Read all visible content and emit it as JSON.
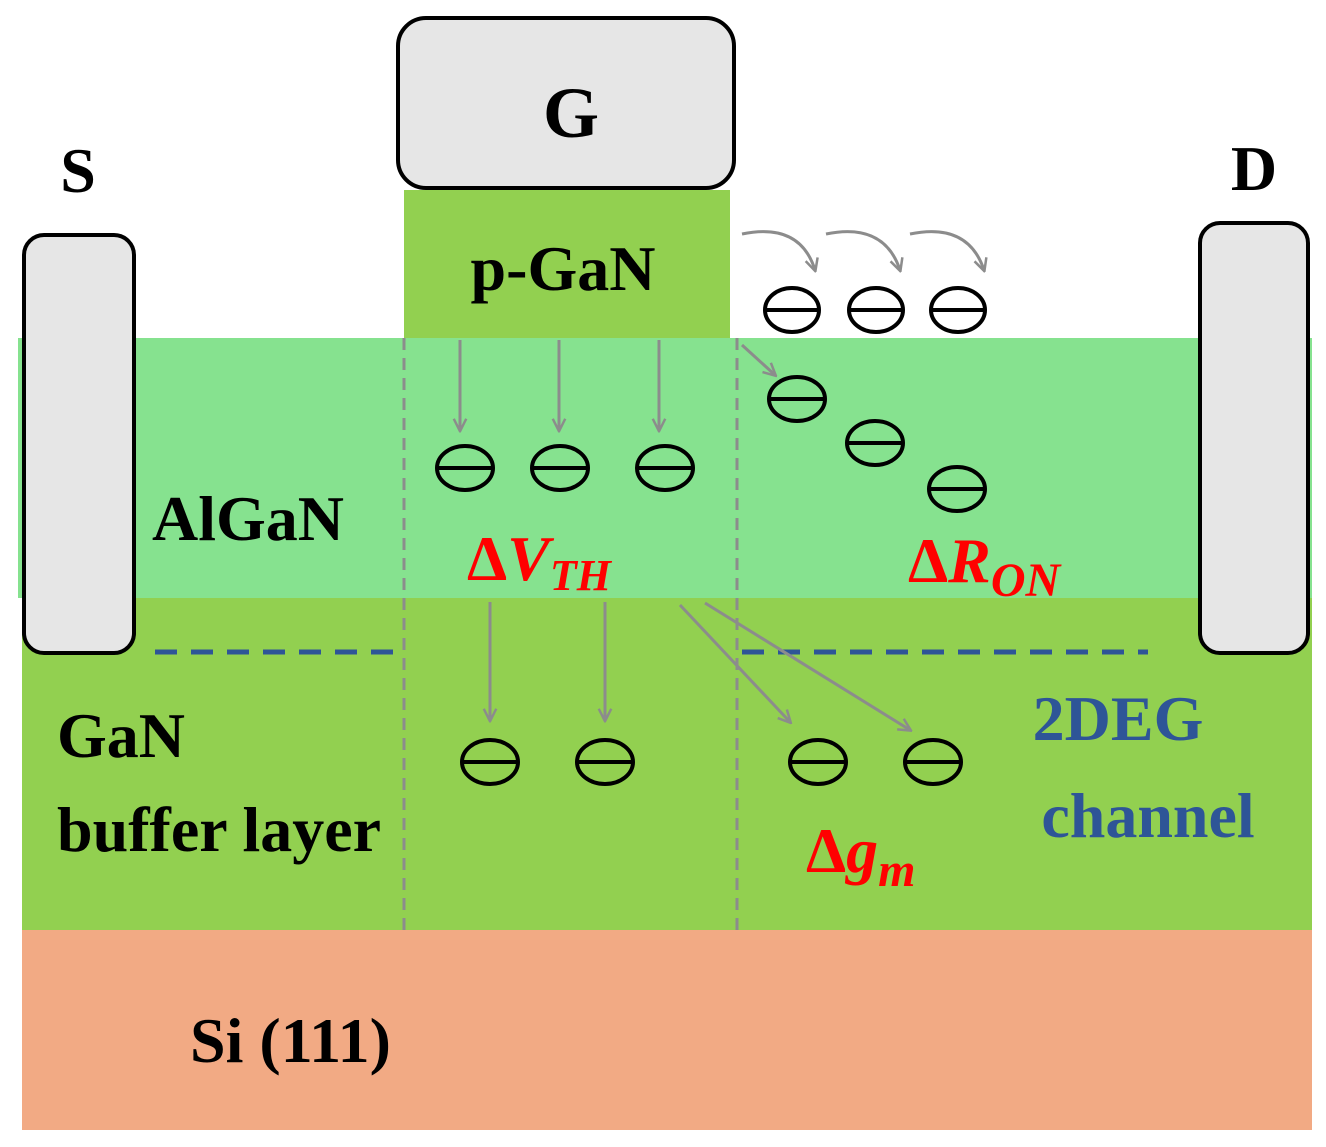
{
  "colors": {
    "algan": "#86e28f",
    "gan": "#92d050",
    "pgan": "#92d050",
    "si": "#f2aa84",
    "contact": "#e6e6e6",
    "arrow": "#8c8c8c",
    "red": "#ff0000",
    "blue": "#2e5597",
    "black": "#000000"
  },
  "contacts": {
    "gate": "G",
    "source": "S",
    "drain": "D"
  },
  "layers": {
    "pgan": "p-GaN",
    "algan": "AlGaN",
    "gan_line1": "GaN",
    "gan_line2": "buffer layer",
    "si": "Si (111)"
  },
  "channel": {
    "line1": "2DEG",
    "line2": "channel"
  },
  "effects": {
    "vth": {
      "delta": "Δ",
      "symbol": "V",
      "sub": "TH"
    },
    "ron": {
      "delta": "Δ",
      "symbol": "R",
      "sub": "ON"
    },
    "gm": {
      "delta": "Δ",
      "symbol": "g",
      "sub": "m"
    }
  },
  "electron_icon": "minus-circle-icon"
}
